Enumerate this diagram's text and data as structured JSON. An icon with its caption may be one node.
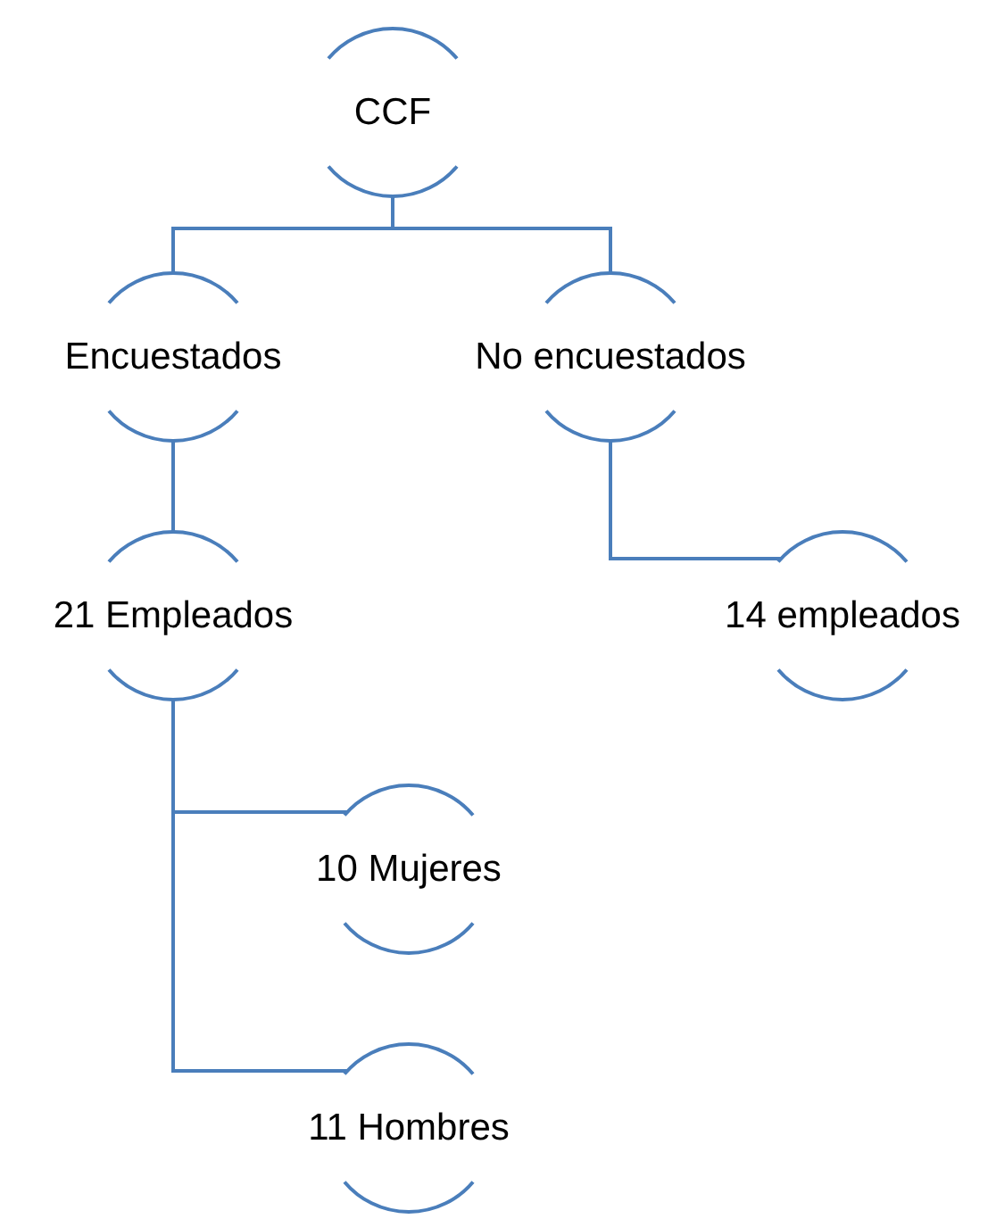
{
  "diagram": {
    "nodes": [
      {
        "text": [
          "CCF"
        ]
      },
      {
        "text": [
          "Encuestados"
        ]
      },
      {
        "text": [
          "No encuestados"
        ]
      },
      {
        "text": [
          "21 Empleados"
        ]
      },
      {
        "text": [
          "14 empleados"
        ]
      },
      {
        "text": [
          "10 Mujeres"
        ]
      },
      {
        "text": [
          "11 Hombres"
        ]
      }
    ],
    "edges": [
      {
        "from": 0,
        "to": 1,
        "arrow": "none"
      },
      {
        "from": 0,
        "to": 2,
        "arrow": "none"
      },
      {
        "from": 1,
        "to": 3,
        "arrow": "none"
      },
      {
        "from": 2,
        "to": 4,
        "arrow": "none"
      },
      {
        "from": 3,
        "to": 5,
        "arrow": "none"
      },
      {
        "from": 3,
        "to": 6,
        "arrow": "none"
      }
    ]
  }
}
